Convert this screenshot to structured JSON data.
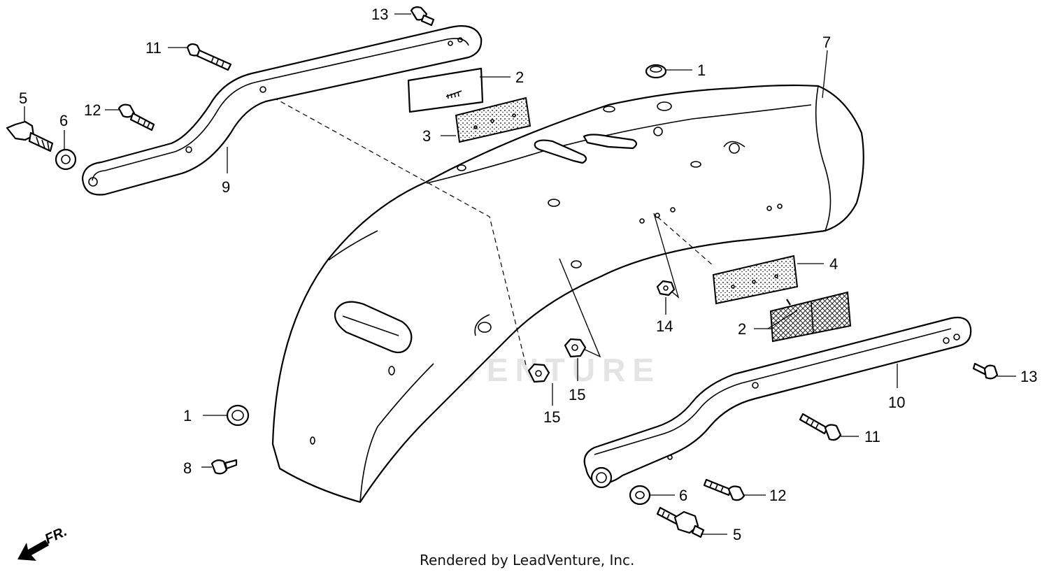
{
  "diagram": {
    "callouts": {
      "c1_top": "1",
      "c1_left": "1",
      "c2_top": "2",
      "c2_bottom": "2",
      "c3": "3",
      "c4": "4",
      "c5_left": "5",
      "c5_right": "5",
      "c6_left": "6",
      "c6_right": "6",
      "c7": "7",
      "c8": "8",
      "c9": "9",
      "c10": "10",
      "c11_left": "11",
      "c11_right": "11",
      "c12_left": "12",
      "c12_right": "12",
      "c13_left": "13",
      "c13_right": "13",
      "c14": "14",
      "c15_a": "15",
      "c15_b": "15"
    },
    "direction_label": "FR.",
    "watermark": "LEADVENTURE",
    "credit": "Rendered by LeadVenture, Inc."
  }
}
